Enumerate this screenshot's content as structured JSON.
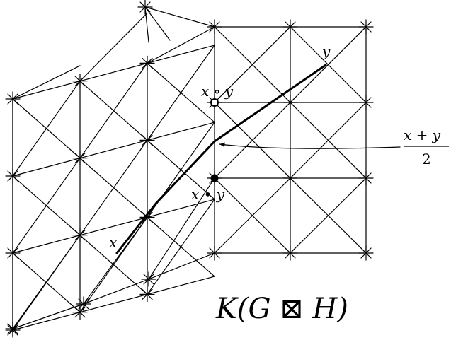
{
  "labels": {
    "x_start": "x",
    "y_end": "y",
    "x_circ_y": "x ∘ y",
    "x_bullet_y": "x • y",
    "midpoint_num": "x + y",
    "midpoint_den": "2",
    "title": "K(G ⊠ H)"
  }
}
